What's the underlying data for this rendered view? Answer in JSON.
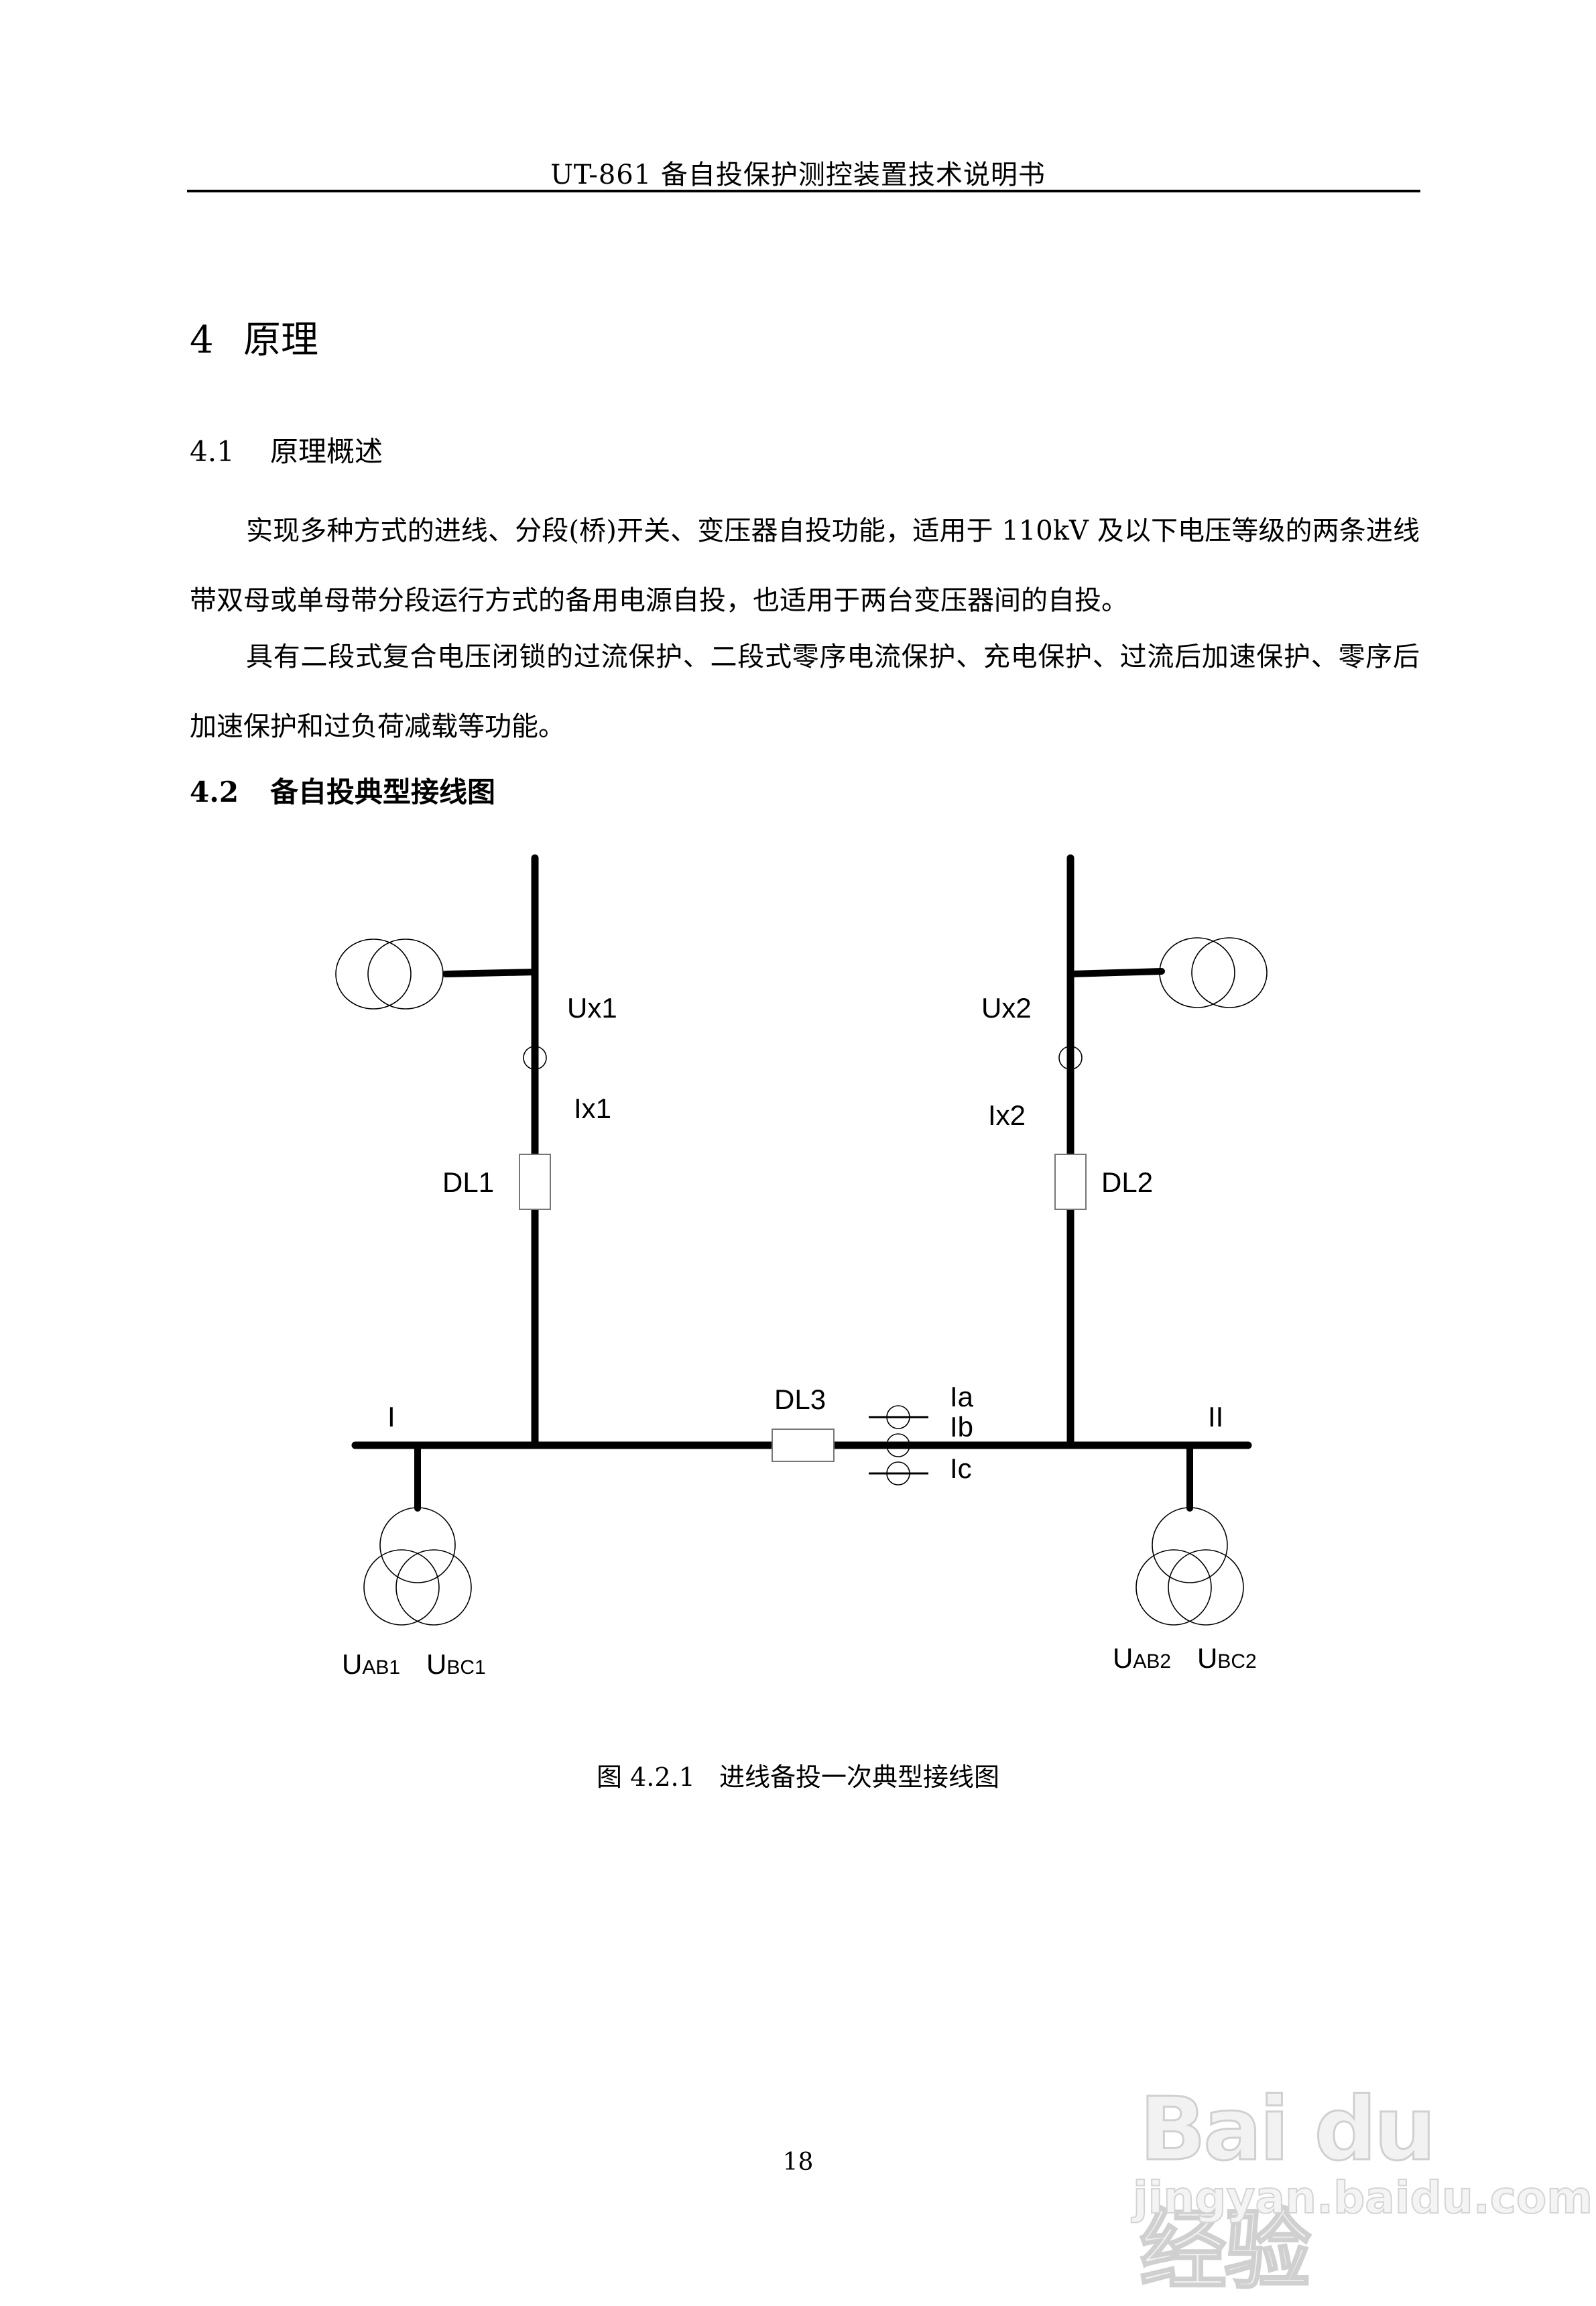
{
  "header": {
    "title": "UT-861 备自投保护测控装置技术说明书"
  },
  "chapter": {
    "number": "4",
    "title": "原理"
  },
  "sections": [
    {
      "number": "4.1",
      "title": "原理概述",
      "paragraphs": [
        "实现多种方式的进线、分段(桥)开关、变压器自投功能，适用于 110kV 及以下电压等级的两条进线带双母或单母带分段运行方式的备用电源自投，也适用于两台变压器间的自投。",
        "具有二段式复合电压闭锁的过流保护、二段式零序电流保护、充电保护、过流后加速保护、零序后加速保护和过负荷减载等功能。"
      ]
    },
    {
      "number": "4.2",
      "title": "备自投典型接线图"
    }
  ],
  "diagram": {
    "labels": {
      "ux1": "Ux1",
      "ix1": "Ix1",
      "dl1": "DL1",
      "ux2": "Ux2",
      "ix2": "Ix2",
      "dl2": "DL2",
      "dl3": "DL3",
      "ia": "Ia",
      "ib": "Ib",
      "ic": "Ic",
      "bus1": "I",
      "bus2": "II",
      "uab1_main": "U",
      "uab1_sub": "AB1",
      "ubc1_main": "U",
      "ubc1_sub": "BC1",
      "uab2_main": "U",
      "uab2_sub": "AB2",
      "ubc2_main": "U",
      "ubc2_sub": "BC2"
    }
  },
  "figure_caption": "图 4.2.1   进线备投一次典型接线图",
  "page_number": "18",
  "watermark": {
    "logo": "Bai du 经验",
    "url": "jingyan.baidu.com"
  }
}
